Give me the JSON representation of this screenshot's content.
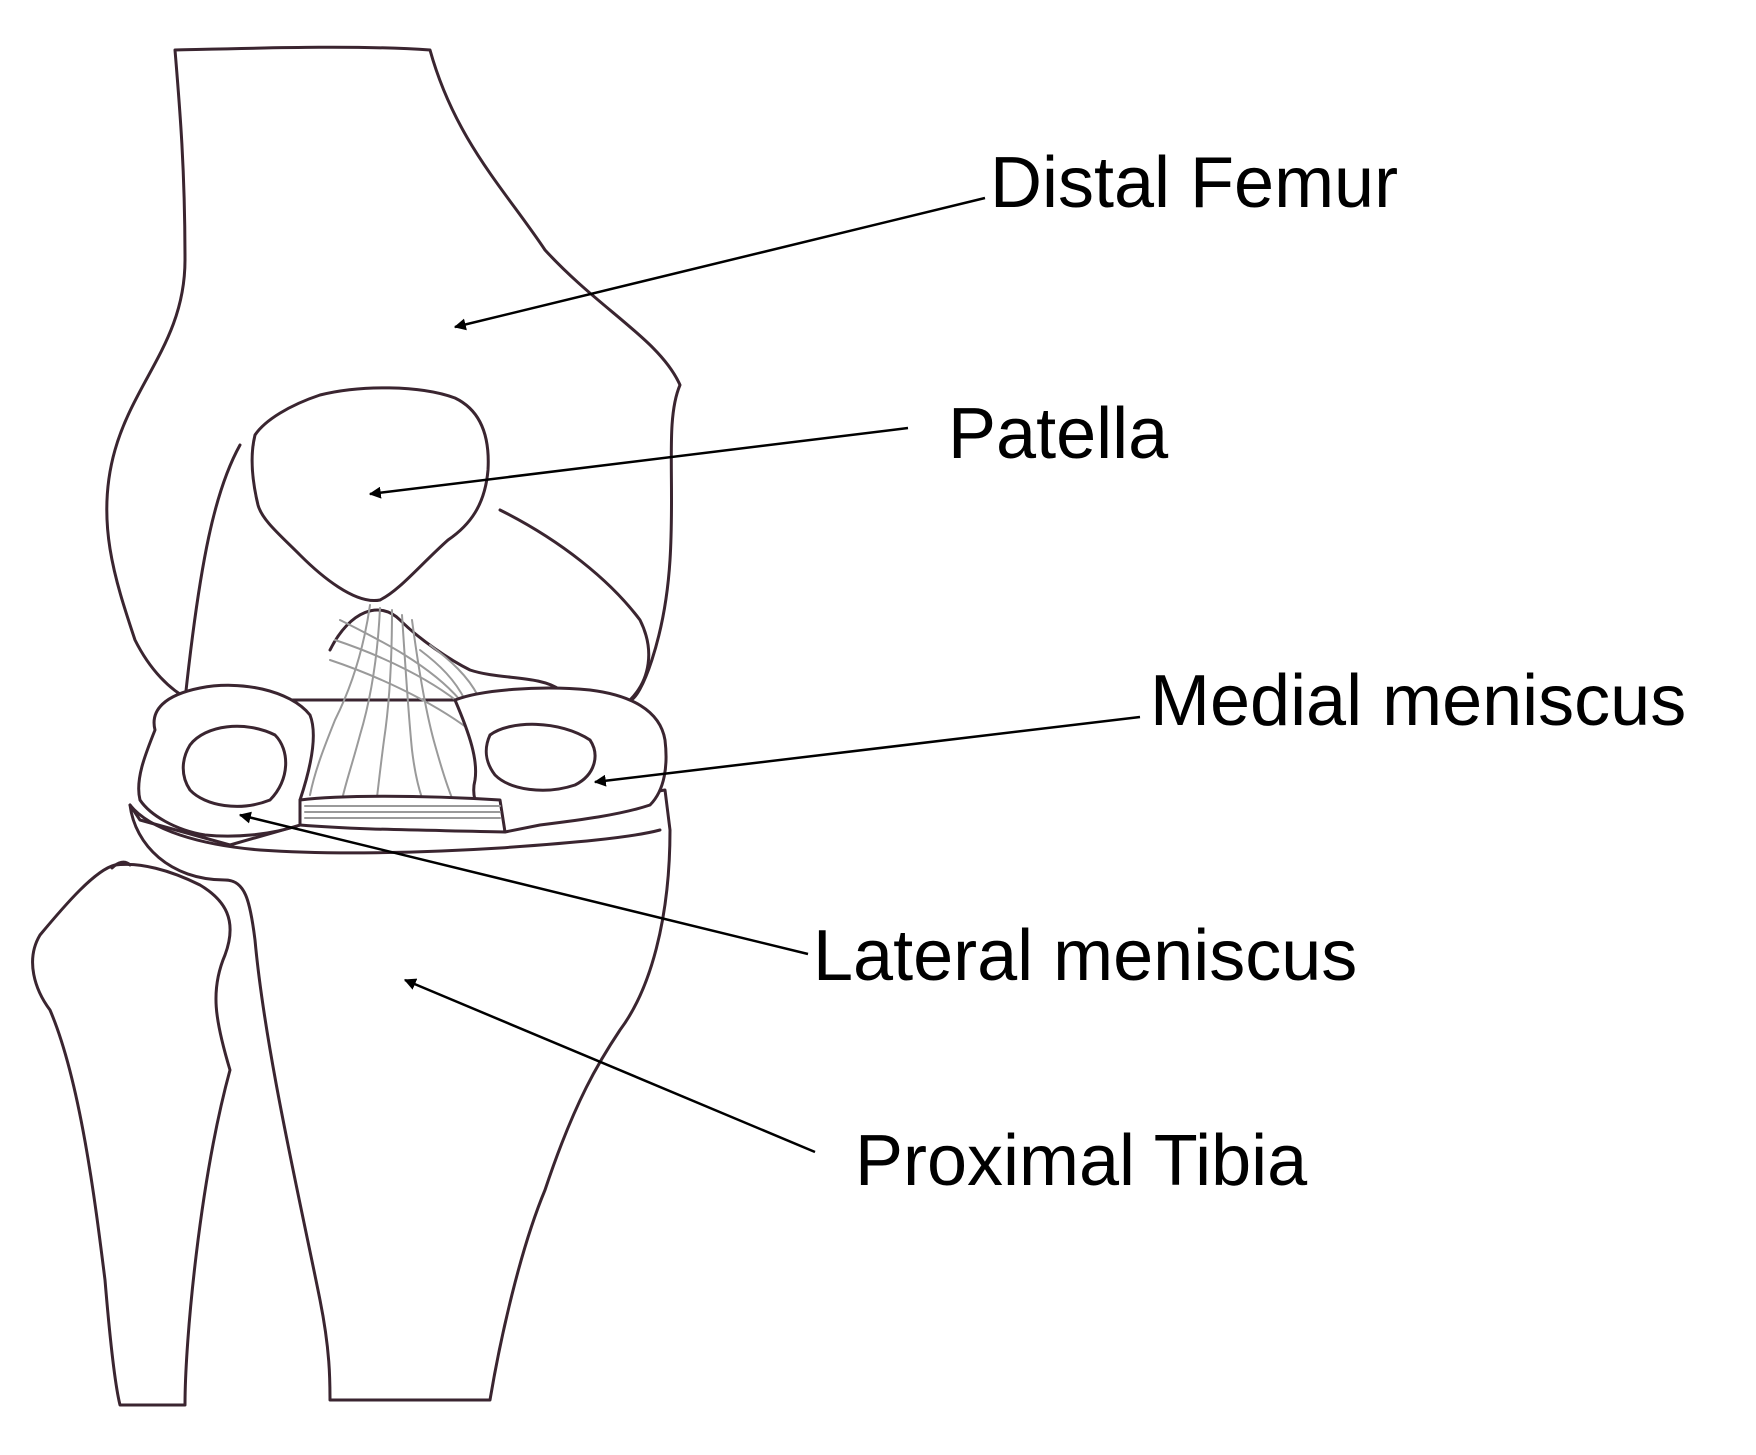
{
  "labels": {
    "femur": "Distal Femur",
    "patella": "Patella",
    "medial_meniscus": "Medial meniscus",
    "lateral_meniscus": "Lateral meniscus",
    "tibia": "Proximal Tibia"
  },
  "colors": {
    "outline": "#3a2530",
    "ligament": "#9a9a9a",
    "text": "#000000",
    "background": "#ffffff"
  }
}
